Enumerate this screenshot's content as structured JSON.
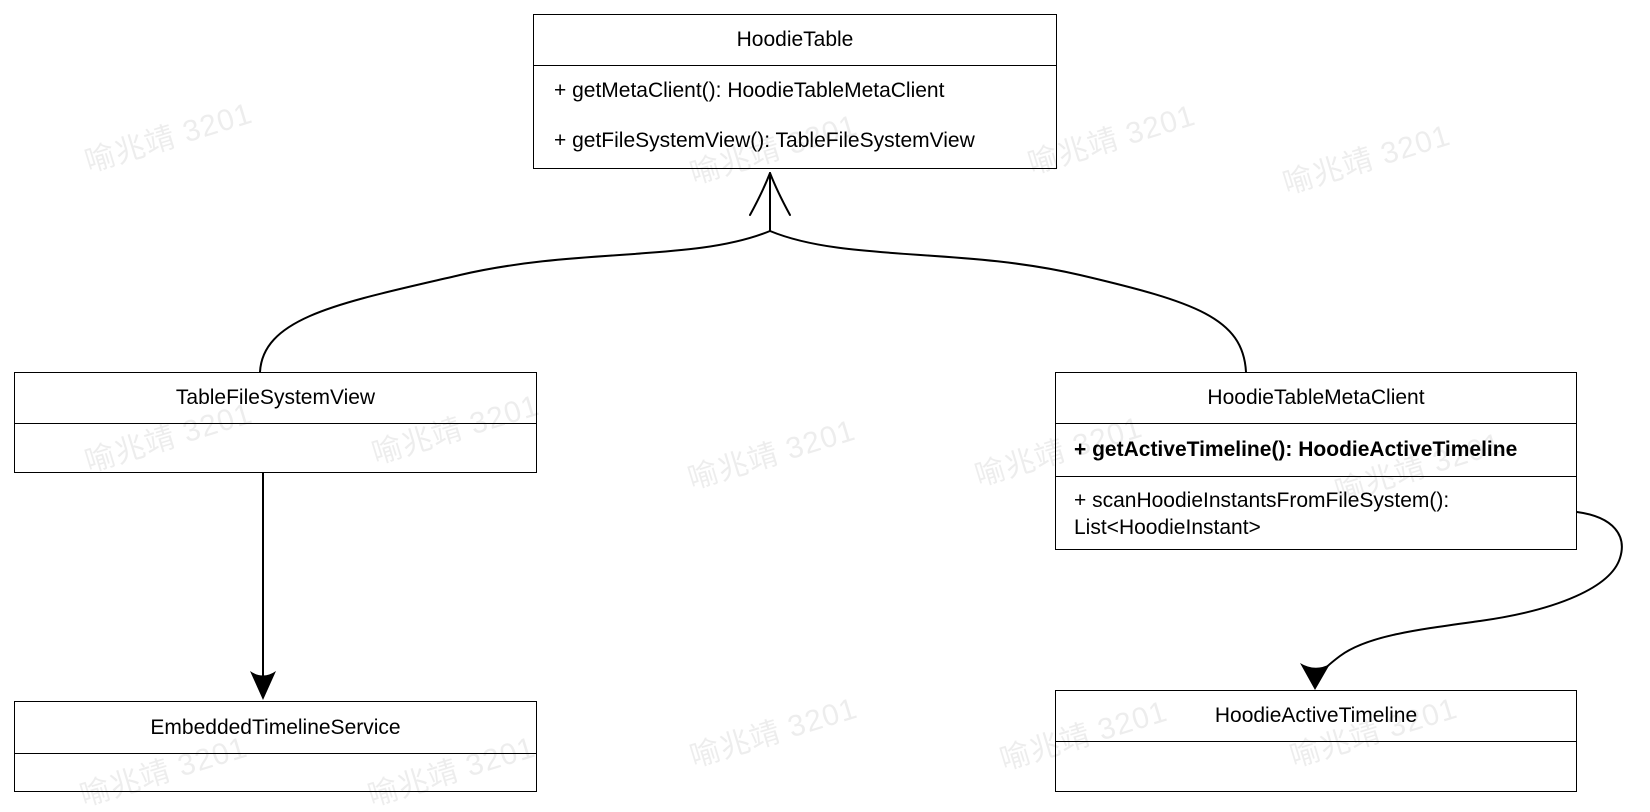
{
  "diagram": {
    "watermark_text": "喻兆靖 3201",
    "classes": {
      "hoodie_table": {
        "title": "HoodieTable",
        "methods": [
          "+ getMetaClient(): HoodieTableMetaClient",
          "+ getFileSystemView(): TableFileSystemView"
        ]
      },
      "table_file_system_view": {
        "title": "TableFileSystemView"
      },
      "hoodie_table_meta_client": {
        "title": "HoodieTableMetaClient",
        "method_get_active_timeline": "+ getActiveTimeline(): HoodieActiveTimeline",
        "method_scan": "+ scanHoodieInstantsFromFileSystem(): List<HoodieInstant>"
      },
      "embedded_timeline_service": {
        "title": "EmbeddedTimelineService"
      },
      "hoodie_active_timeline": {
        "title": "HoodieActiveTimeline"
      }
    },
    "edge_colors": {
      "stroke": "#000000"
    }
  }
}
